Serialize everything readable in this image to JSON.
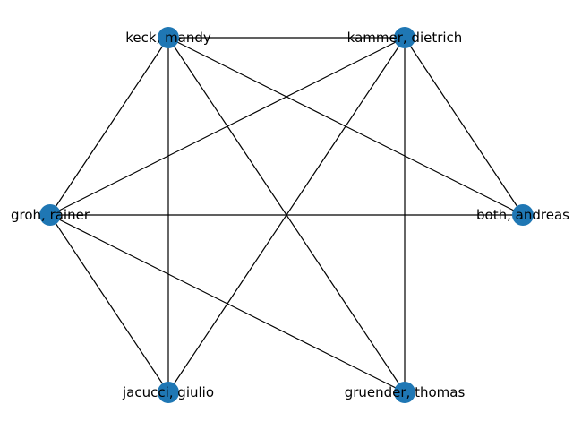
{
  "graph": {
    "node_color": "#1f77b4",
    "edge_color": "#000000",
    "nodes": [
      {
        "id": "keck",
        "label": "keck, mandy"
      },
      {
        "id": "kammer",
        "label": "kammer, dietrich"
      },
      {
        "id": "groh",
        "label": "groh, rainer"
      },
      {
        "id": "both",
        "label": "both, andreas"
      },
      {
        "id": "jacucci",
        "label": "jacucci, giulio"
      },
      {
        "id": "gruender",
        "label": "gruender, thomas"
      }
    ],
    "edges": [
      [
        "keck",
        "kammer"
      ],
      [
        "keck",
        "groh"
      ],
      [
        "keck",
        "jacucci"
      ],
      [
        "keck",
        "gruender"
      ],
      [
        "keck",
        "both"
      ],
      [
        "kammer",
        "groh"
      ],
      [
        "kammer",
        "jacucci"
      ],
      [
        "kammer",
        "gruender"
      ],
      [
        "kammer",
        "both"
      ],
      [
        "groh",
        "both"
      ],
      [
        "groh",
        "jacucci"
      ],
      [
        "groh",
        "gruender"
      ]
    ]
  }
}
